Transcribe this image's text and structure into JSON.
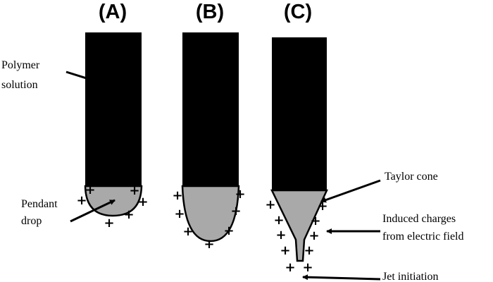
{
  "panels": [
    {
      "label": "(A)"
    },
    {
      "label": "(B)"
    },
    {
      "label": "(C)"
    }
  ],
  "annotations": {
    "polymer_solution": [
      "Polymer",
      "solution"
    ],
    "pendant_drop": [
      "Pendant",
      "drop"
    ],
    "taylor_cone": [
      "Taylor cone"
    ],
    "induced_charges": [
      "Induced charges",
      "from electric field"
    ],
    "jet_initiation": [
      "Jet initiation"
    ]
  },
  "charge_symbol": "+",
  "colors": {
    "needle": "#000000",
    "solution_fill": "#a9a9a9",
    "text": "#000000",
    "background": "#ffffff"
  }
}
